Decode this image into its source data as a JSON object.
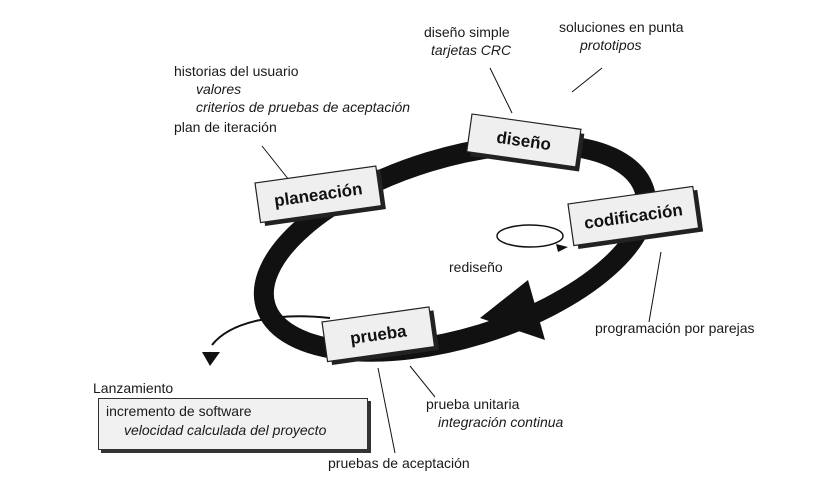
{
  "diagram": {
    "stages": {
      "planning": "planeación",
      "design": "diseño",
      "coding": "codificación",
      "test": "prueba"
    },
    "planning_notes": {
      "line1": "historias del usuario",
      "line2": "valores",
      "line3": "criterios de pruebas de aceptación",
      "line4": "plan de iteración"
    },
    "design_notes": {
      "line1": "diseño simple",
      "line2": "tarjetas CRC"
    },
    "spike_notes": {
      "line1": "soluciones en punta",
      "line2": "prototipos"
    },
    "refactor_label": "rediseño",
    "pair_programming_label": "programación por parejas",
    "unit_test_notes": {
      "line1": "prueba unitaria",
      "line2": "integración continua"
    },
    "acceptance_label": "pruebas de aceptación",
    "release": {
      "title": "Lanzamiento",
      "line1": "incremento de software",
      "line2": "velocidad calculada del proyecto"
    }
  }
}
